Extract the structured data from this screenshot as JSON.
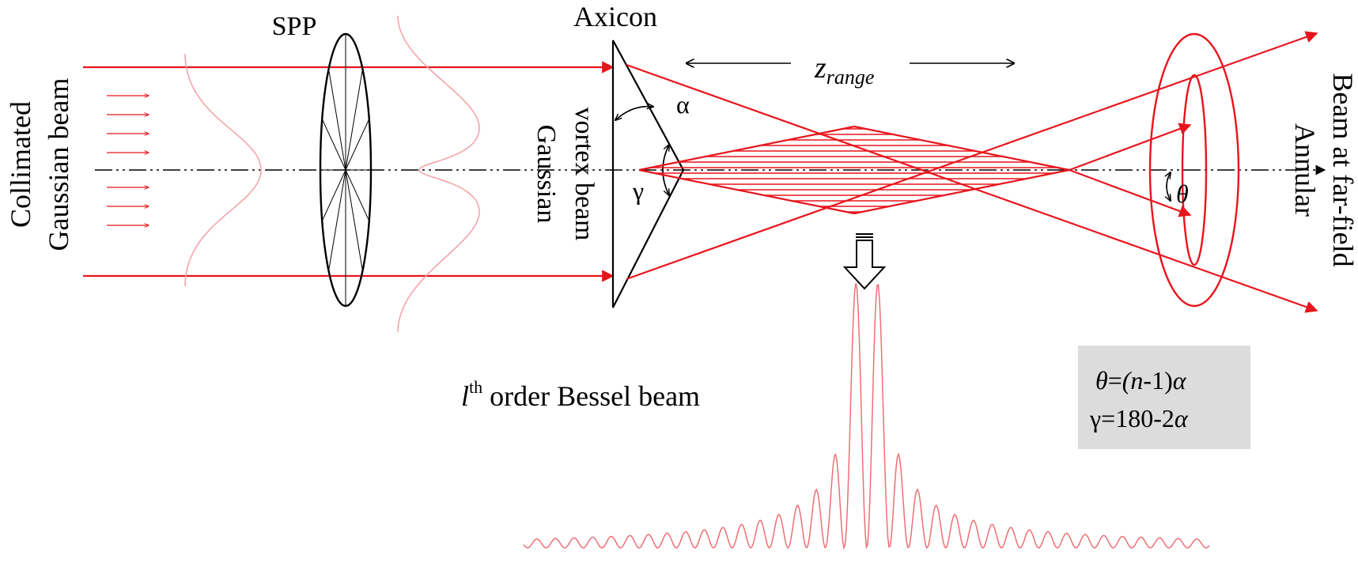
{
  "labels": {
    "input_line1": "Collimated",
    "input_line2": "Gaussian beam",
    "spp": "SPP",
    "axicon": "Axicon",
    "vortex_line1": "Gaussian",
    "vortex_line2": "vortex beam",
    "z_symbol": "z",
    "z_subscript": "range",
    "alpha": "α",
    "gamma": "γ",
    "theta": "θ",
    "output_line1": "Annular",
    "output_line2": "Beam at far-field",
    "bessel_prefix": "l",
    "bessel_superscript": "th",
    "bessel_suffix": " order Bessel beam"
  },
  "formulas": {
    "theta_lhs": "θ",
    "theta_eq": "=",
    "theta_open": "(",
    "theta_n": "n",
    "theta_rest": "-1)",
    "theta_alpha": "α",
    "gamma_text": "γ=180-2",
    "gamma_alpha": "α"
  },
  "colors": {
    "beam": "#e8141c",
    "profile": "#f08a8e",
    "optics": "#000000",
    "formula_box": "#dcdcdc"
  }
}
